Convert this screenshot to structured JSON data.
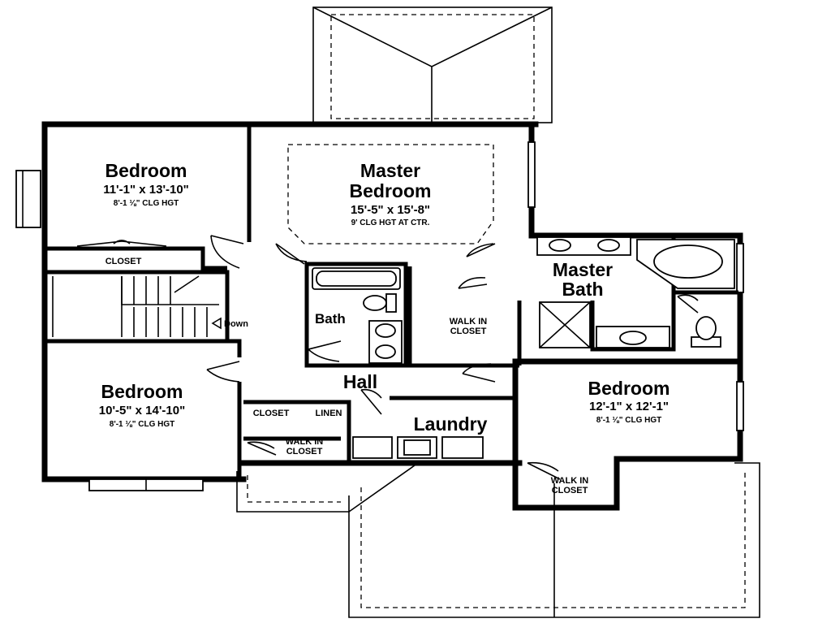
{
  "rooms": {
    "bedroom_nw": {
      "name": "Bedroom",
      "size": "11'-1\" x 13'-10\"",
      "ceiling": "8'-1 ⅛\" CLG HGT"
    },
    "master_bedroom": {
      "name_line1": "Master",
      "name_line2": "Bedroom",
      "size": "15'-5\" x 15'-8\"",
      "ceiling": "9' CLG HGT AT CTR."
    },
    "master_bath": {
      "name_line1": "Master",
      "name_line2": "Bath"
    },
    "bath": {
      "name": "Bath"
    },
    "walk_in_closet_master": {
      "line1": "WALK IN",
      "line2": "CLOSET"
    },
    "hall": {
      "name": "Hall"
    },
    "laundry": {
      "name": "Laundry"
    },
    "bedroom_sw": {
      "name": "Bedroom",
      "size": "10'-5\" x 14'-10\"",
      "ceiling": "8'-1 ⅛\" CLG HGT"
    },
    "bedroom_se": {
      "name": "Bedroom",
      "size": "12'-1\" x 12'-1\"",
      "ceiling": "8'-1 ⅛\" CLG HGT"
    },
    "walk_in_closet_sw": {
      "line1": "WALK IN",
      "line2": "CLOSET"
    },
    "walk_in_closet_se": {
      "line1": "WALK IN",
      "line2": "CLOSET"
    }
  },
  "labels": {
    "closet_nw": "CLOSET",
    "closet_hall": "CLOSET",
    "linen": "LINEN",
    "stair_down": "Down"
  },
  "colors": {
    "lines": "#000000",
    "background": "#ffffff"
  }
}
